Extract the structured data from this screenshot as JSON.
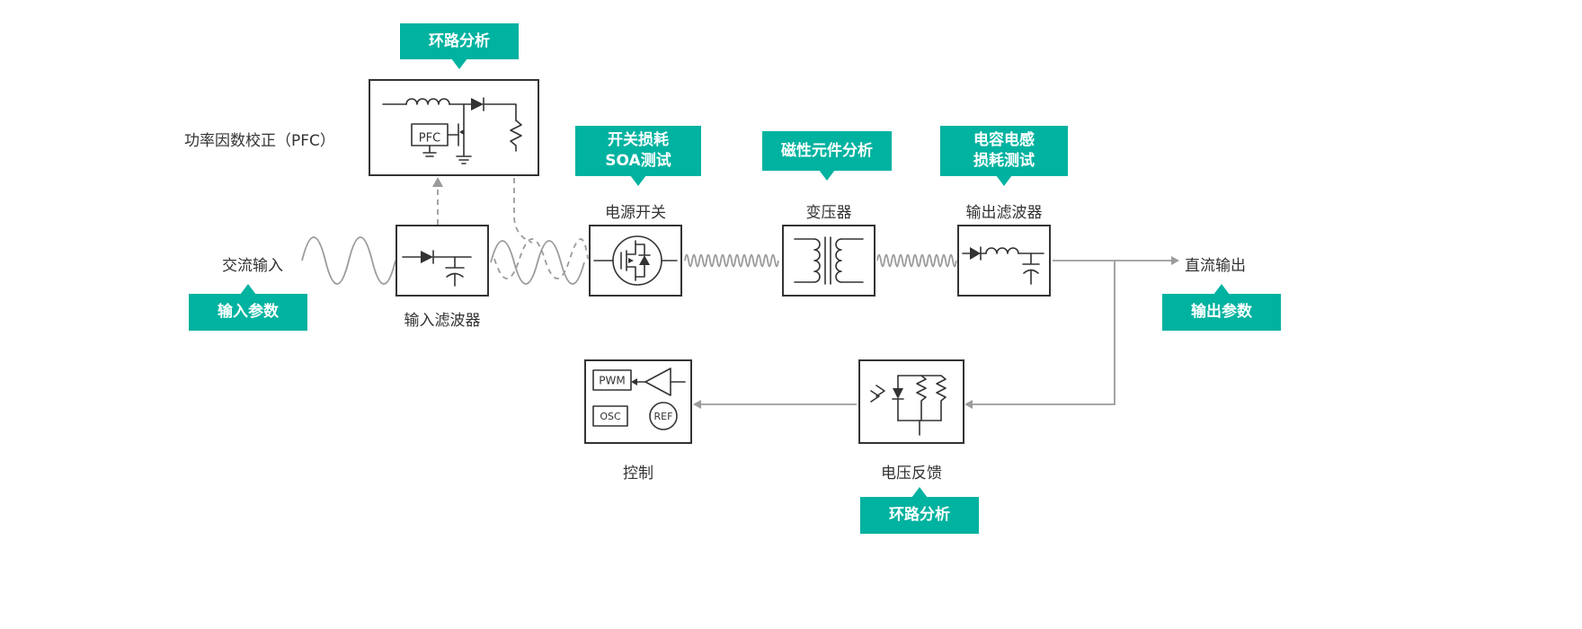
{
  "colors": {
    "accent": "#00b2a0",
    "line": "#9b9b9b",
    "stroke": "#333333"
  },
  "callouts": {
    "loop_analysis_top": {
      "label": "环路分析"
    },
    "switch_loss_soa": {
      "line1": "开关损耗",
      "line2": "SOA测试"
    },
    "magnetics_analysis": {
      "label": "磁性元件分析"
    },
    "cap_ind_loss": {
      "line1": "电容电感",
      "line2": "损耗测试"
    },
    "input_params": {
      "label": "输入参数"
    },
    "output_params": {
      "label": "输出参数"
    },
    "loop_analysis_bottom": {
      "label": "环路分析"
    }
  },
  "labels": {
    "pfc_title": "功率因数校正（PFC）",
    "ac_input": "交流输入",
    "input_filter": "输入滤波器",
    "power_switch": "电源开关",
    "transformer": "变压器",
    "output_filter": "输出滤波器",
    "dc_output": "直流输出",
    "control": "控制",
    "voltage_feedback": "电压反馈"
  },
  "block_texts": {
    "pfc_chip": "PFC",
    "pwm": "PWM",
    "osc": "OSC",
    "ref": "REF"
  }
}
